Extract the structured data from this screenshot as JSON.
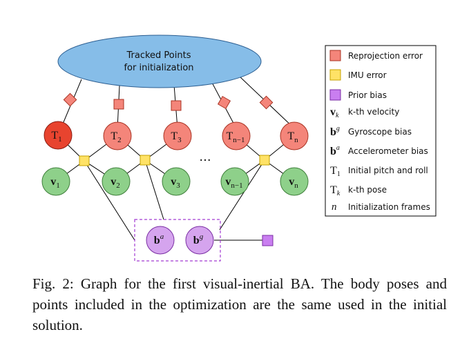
{
  "diagram": {
    "tracked_points_label": [
      "Tracked Points",
      "for initialization"
    ],
    "ellipsis": "...",
    "pose_nodes": [
      {
        "base": "T",
        "sub": "1",
        "highlight": true
      },
      {
        "base": "T",
        "sub": "2",
        "highlight": false
      },
      {
        "base": "T",
        "sub": "3",
        "highlight": false
      },
      {
        "base": "T",
        "sub": "n−1",
        "highlight": false
      },
      {
        "base": "T",
        "sub": "n",
        "highlight": false
      }
    ],
    "velocity_nodes": [
      {
        "base": "v",
        "sub": "1"
      },
      {
        "base": "v",
        "sub": "2"
      },
      {
        "base": "v",
        "sub": "3"
      },
      {
        "base": "v",
        "sub": "n−1"
      },
      {
        "base": "v",
        "sub": "n"
      }
    ],
    "bias_nodes": [
      {
        "base": "b",
        "sup": "a"
      },
      {
        "base": "b",
        "sup": "g"
      }
    ]
  },
  "legend": {
    "items": [
      {
        "symbol": "red-square",
        "label": "Reprojection error"
      },
      {
        "symbol": "yellow-square",
        "label": "IMU error"
      },
      {
        "symbol": "purple-square",
        "label": "Prior bias"
      },
      {
        "symbol": "v-k",
        "label": "k-th velocity"
      },
      {
        "symbol": "b-g",
        "label": "Gyroscope bias"
      },
      {
        "symbol": "b-a",
        "label": "Accelerometer bias"
      },
      {
        "symbol": "T-1",
        "label": "Initial pitch and roll"
      },
      {
        "symbol": "T-k",
        "label": "k-th pose"
      },
      {
        "symbol": "n",
        "label": "Initialization frames"
      }
    ]
  },
  "caption": "Fig. 2: Graph for the first visual-inertial BA. The body poses and points included in the optimization are the same used in the initial solution.",
  "colors": {
    "ellipse": "#86bde8",
    "reprojection": "#f4857a",
    "imu": "#ffe266",
    "prior": "#c97ef0",
    "pose": "#f4857a",
    "pose_highlight": "#e8442f",
    "velocity": "#8ed08a",
    "bias": "#d5a4ee",
    "bias_box": "#a23bd2"
  }
}
